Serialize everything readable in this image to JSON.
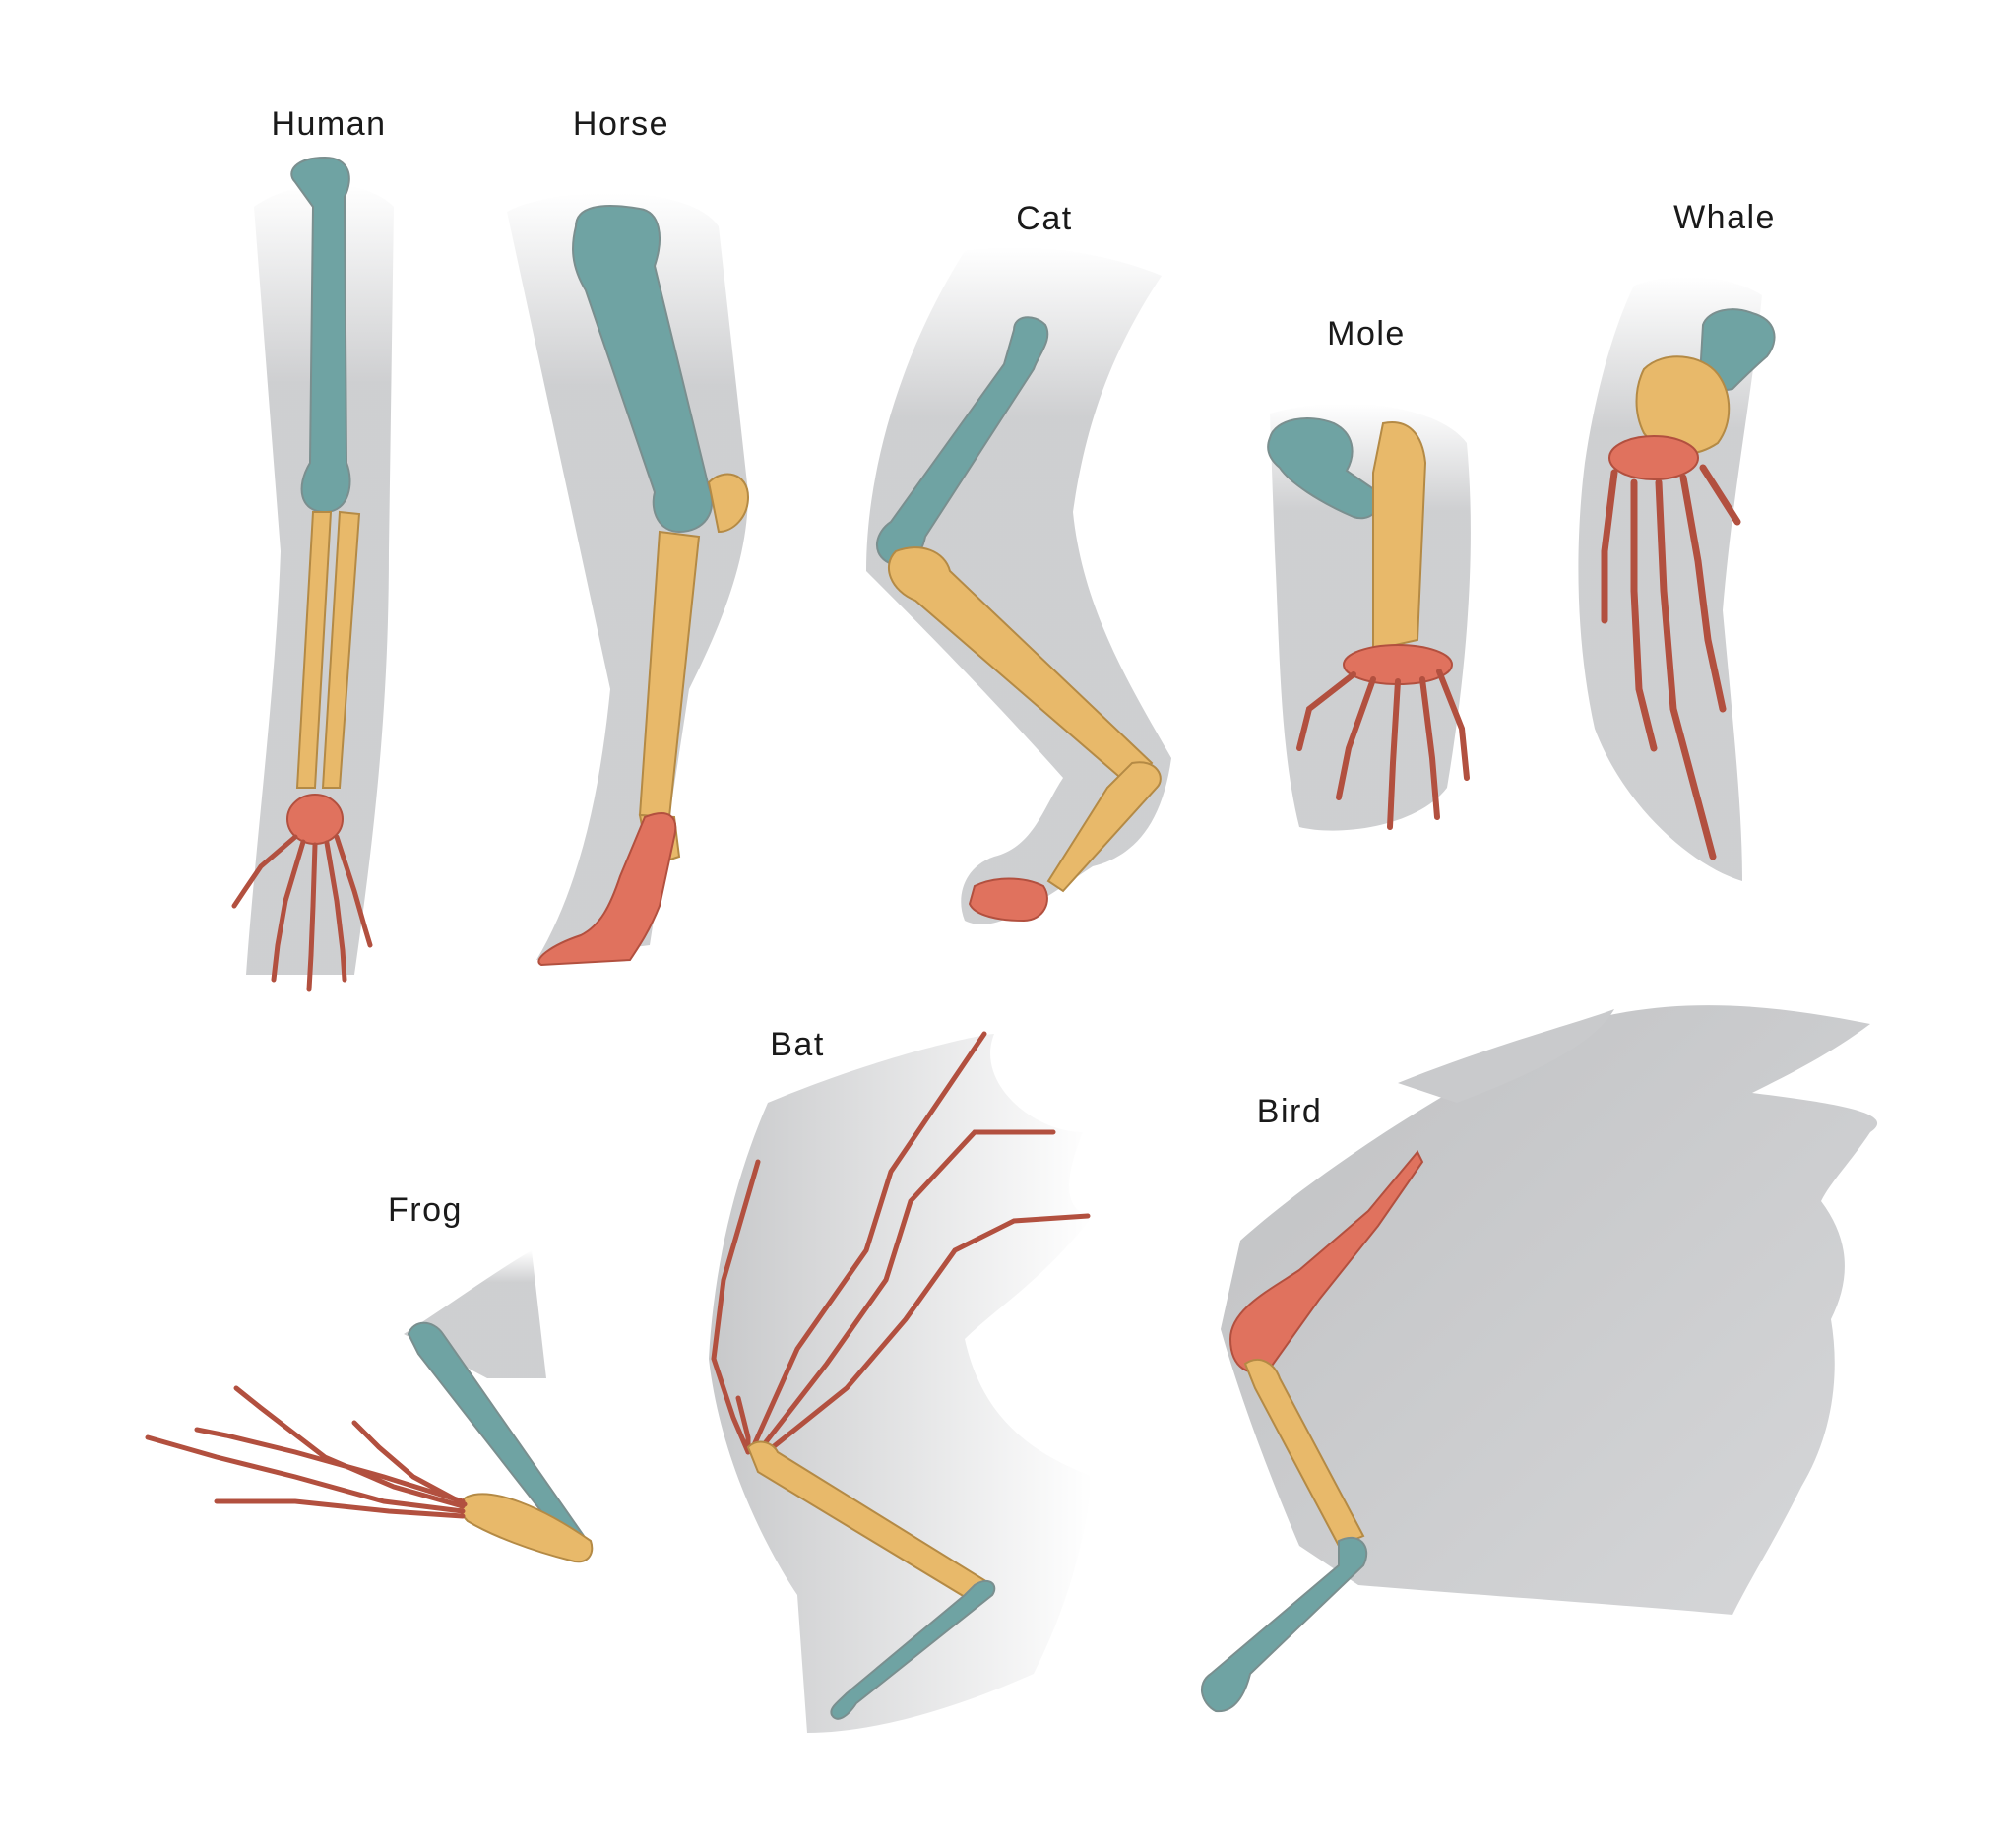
{
  "labels": {
    "human": "Human",
    "horse": "Horse",
    "cat": "Cat",
    "mole": "Mole",
    "whale": "Whale",
    "bat": "Bat",
    "bird": "Bird",
    "frog": "Frog"
  },
  "colors": {
    "upper_bone": "#6FA3A3",
    "forearm_bone": "#E8B96A",
    "hand_bone": "#E0725E",
    "bone_outline": "#9a9a9a",
    "shadow": "#cfd0d2"
  }
}
